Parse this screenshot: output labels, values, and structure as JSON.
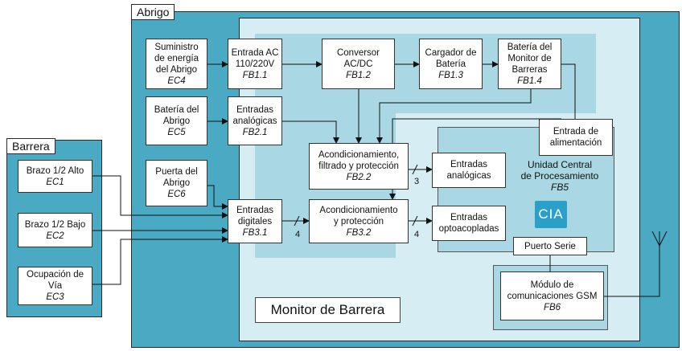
{
  "abrigo": {
    "title": "Abrigo",
    "blocks": {
      "ec4": {
        "lines": [
          "Suministro",
          "de energía",
          "del Abrigo"
        ],
        "code": "EC4"
      },
      "ec5": {
        "lines": [
          "Batería del",
          "Abrigo"
        ],
        "code": "EC5"
      },
      "ec6": {
        "lines": [
          "Puerta del",
          "Abrigo"
        ],
        "code": "EC6"
      }
    }
  },
  "barrera": {
    "title": "Barrera",
    "blocks": {
      "ec1": {
        "lines": [
          "Brazo 1/2 Alto"
        ],
        "code": "EC1"
      },
      "ec2": {
        "lines": [
          "Brazo 1/2 Bajo"
        ],
        "code": "EC2"
      },
      "ec3": {
        "lines": [
          "Ocupación de",
          "Vía"
        ],
        "code": "EC3"
      }
    }
  },
  "monitor": {
    "title": "Monitor de Barrera",
    "blocks": {
      "fb11": {
        "lines": [
          "Entrada AC",
          "110/220V"
        ],
        "code": "FB1.1"
      },
      "fb12": {
        "lines": [
          "Conversor",
          "AC/DC"
        ],
        "code": "FB1.2"
      },
      "fb13": {
        "lines": [
          "Cargador de",
          "Batería"
        ],
        "code": "FB1.3"
      },
      "fb14": {
        "lines": [
          "Batería del",
          "Monitor de",
          "Barreras"
        ],
        "code": "FB1.4"
      },
      "fb21": {
        "lines": [
          "Entradas",
          "analógicas"
        ],
        "code": "FB2.1"
      },
      "fb22": {
        "lines": [
          "Acondicionamiento,",
          "filtrado y protección"
        ],
        "code": "FB2.2"
      },
      "fb31": {
        "lines": [
          "Entradas",
          "digitales"
        ],
        "code": "FB3.1"
      },
      "fb32": {
        "lines": [
          "Acondicionamiento",
          "y protección"
        ],
        "code": "FB3.2"
      },
      "fb6": {
        "lines": [
          "Módulo de",
          "comunicaciones GSM"
        ],
        "code": "FB6"
      }
    },
    "bus_labels": {
      "fb22_out": "3",
      "fb31_out": "4",
      "fb32_out": "4"
    }
  },
  "ucp": {
    "title_lines": [
      "Unidad Central",
      "de Procesamiento"
    ],
    "code": "FB5",
    "logo_text": "CIA",
    "entrada_alimentacion": [
      "Entrada de",
      "alimentación"
    ],
    "entradas_analogicas": [
      "Entradas",
      "analógicas"
    ],
    "entradas_optoacopladas": [
      "Entradas",
      "optoacopladas"
    ],
    "puerto_serie": "Puerto Serie"
  },
  "colors": {
    "teal": "#4aaac4",
    "light_panel": "#d7edf4",
    "mid_panel": "#a9d8e4",
    "logo": "#2aa0c8"
  }
}
